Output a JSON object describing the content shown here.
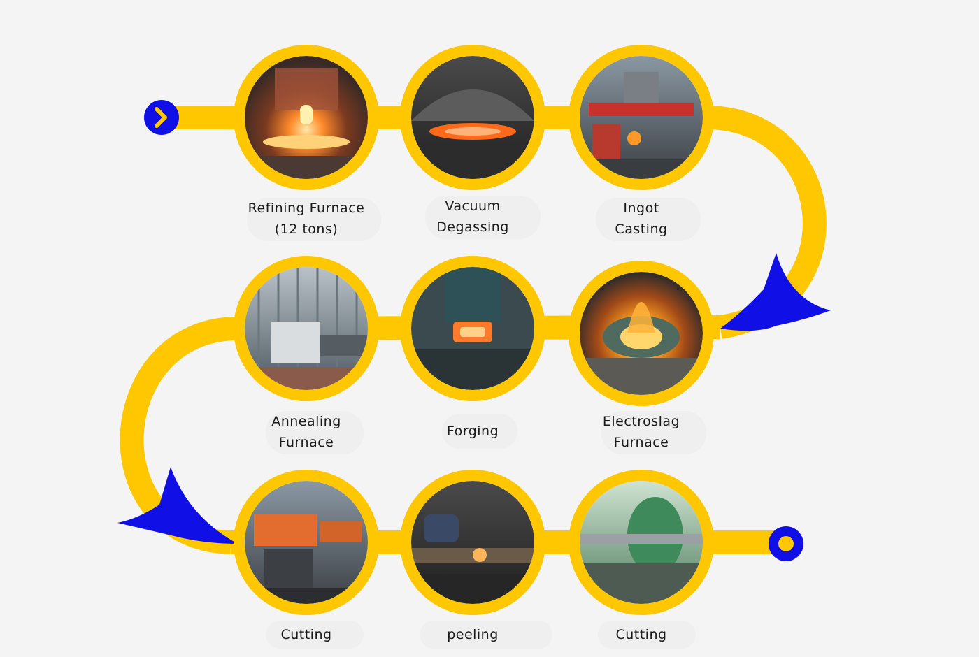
{
  "colors": {
    "path": "#ffc700",
    "ring": "#ffc700",
    "arrow": "#1010e6",
    "marker": "#1010e6",
    "background": "#f4f4f4",
    "text": "#1a1a1a"
  },
  "start_marker": {
    "icon": "chevron-right-icon"
  },
  "end_marker": {
    "icon": "dot-icon"
  },
  "steps": [
    {
      "id": "refining-furnace",
      "line1": "Refining Furnace",
      "line2": "(12 tons)",
      "photo": "glowing-furnace-photo"
    },
    {
      "id": "vacuum-degassing",
      "line1": "Vacuum",
      "line2": "Degassing",
      "photo": "vacuum-vessel-photo"
    },
    {
      "id": "ingot-casting",
      "line1": "Ingot",
      "line2": "Casting",
      "photo": "casting-crane-photo"
    },
    {
      "id": "electroslag-furnace",
      "line1": "Electroslag",
      "line2": "Furnace",
      "photo": "flame-furnace-photo"
    },
    {
      "id": "forging",
      "line1": "Forging",
      "line2": "",
      "photo": "forging-hammer-photo"
    },
    {
      "id": "annealing-furnace",
      "line1": "Annealing",
      "line2": "Furnace",
      "photo": "annealing-furnace-photo"
    },
    {
      "id": "cutting-1",
      "line1": "Cutting",
      "line2": "",
      "photo": "band-saw-photo"
    },
    {
      "id": "peeling",
      "line1": "peeling",
      "line2": "",
      "photo": "peeling-machine-photo"
    },
    {
      "id": "cutting-2",
      "line1": "Cutting",
      "line2": "",
      "photo": "lathe-machine-photo"
    }
  ]
}
